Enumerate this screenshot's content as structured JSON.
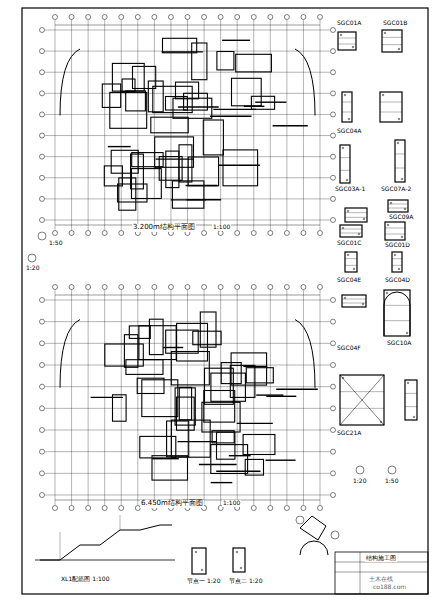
{
  "diagram": {
    "labels": [
      "3.200m结构平面图",
      "1:100",
      "SGC01A",
      "SGC01B",
      "SGC04A",
      "SGC03A-1",
      "SGC07A-2",
      "SGC09A",
      "SGC01C",
      "SGC01D",
      "SGC04E",
      "SGC04D",
      "SGC04F",
      "SGC10A",
      "SGC21A",
      "1:20",
      "1:50",
      "6.450m结构平面图",
      "1:100",
      "XL1配筋图 1:100",
      "节点一",
      "1:20",
      "节点二",
      "1:20",
      "1:20",
      "1:50",
      "结构施工图",
      "土木在线",
      "co188.com"
    ]
  }
}
